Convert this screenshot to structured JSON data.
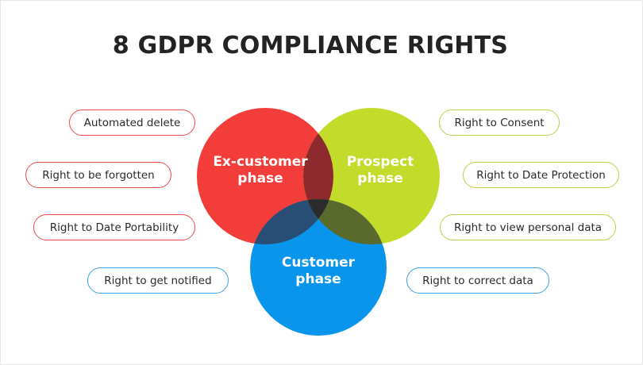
{
  "title": "8 GDPR COMPLIANCE RIGHTS",
  "colors": {
    "ex_customer": "#f23d3b",
    "prospect": "#c3db2a",
    "customer": "#0a95ec",
    "ex_prospect_overlap": "#8c2a2e",
    "ex_customer_overlap": "#294e76",
    "prospect_customer_overlap": "#5a6a2c",
    "center_overlap": "#2b2b2b"
  },
  "circles": {
    "ex_customer": "Ex-customer phase",
    "prospect": "Prospect phase",
    "customer": "Customer phase"
  },
  "left_rights": [
    "Automated delete",
    "Right to be forgotten",
    "Right to Date Portability",
    "Right to get notified"
  ],
  "right_rights": [
    "Right to Consent",
    "Right to Date Protection",
    "Right to view personal data",
    "Right to correct data"
  ]
}
